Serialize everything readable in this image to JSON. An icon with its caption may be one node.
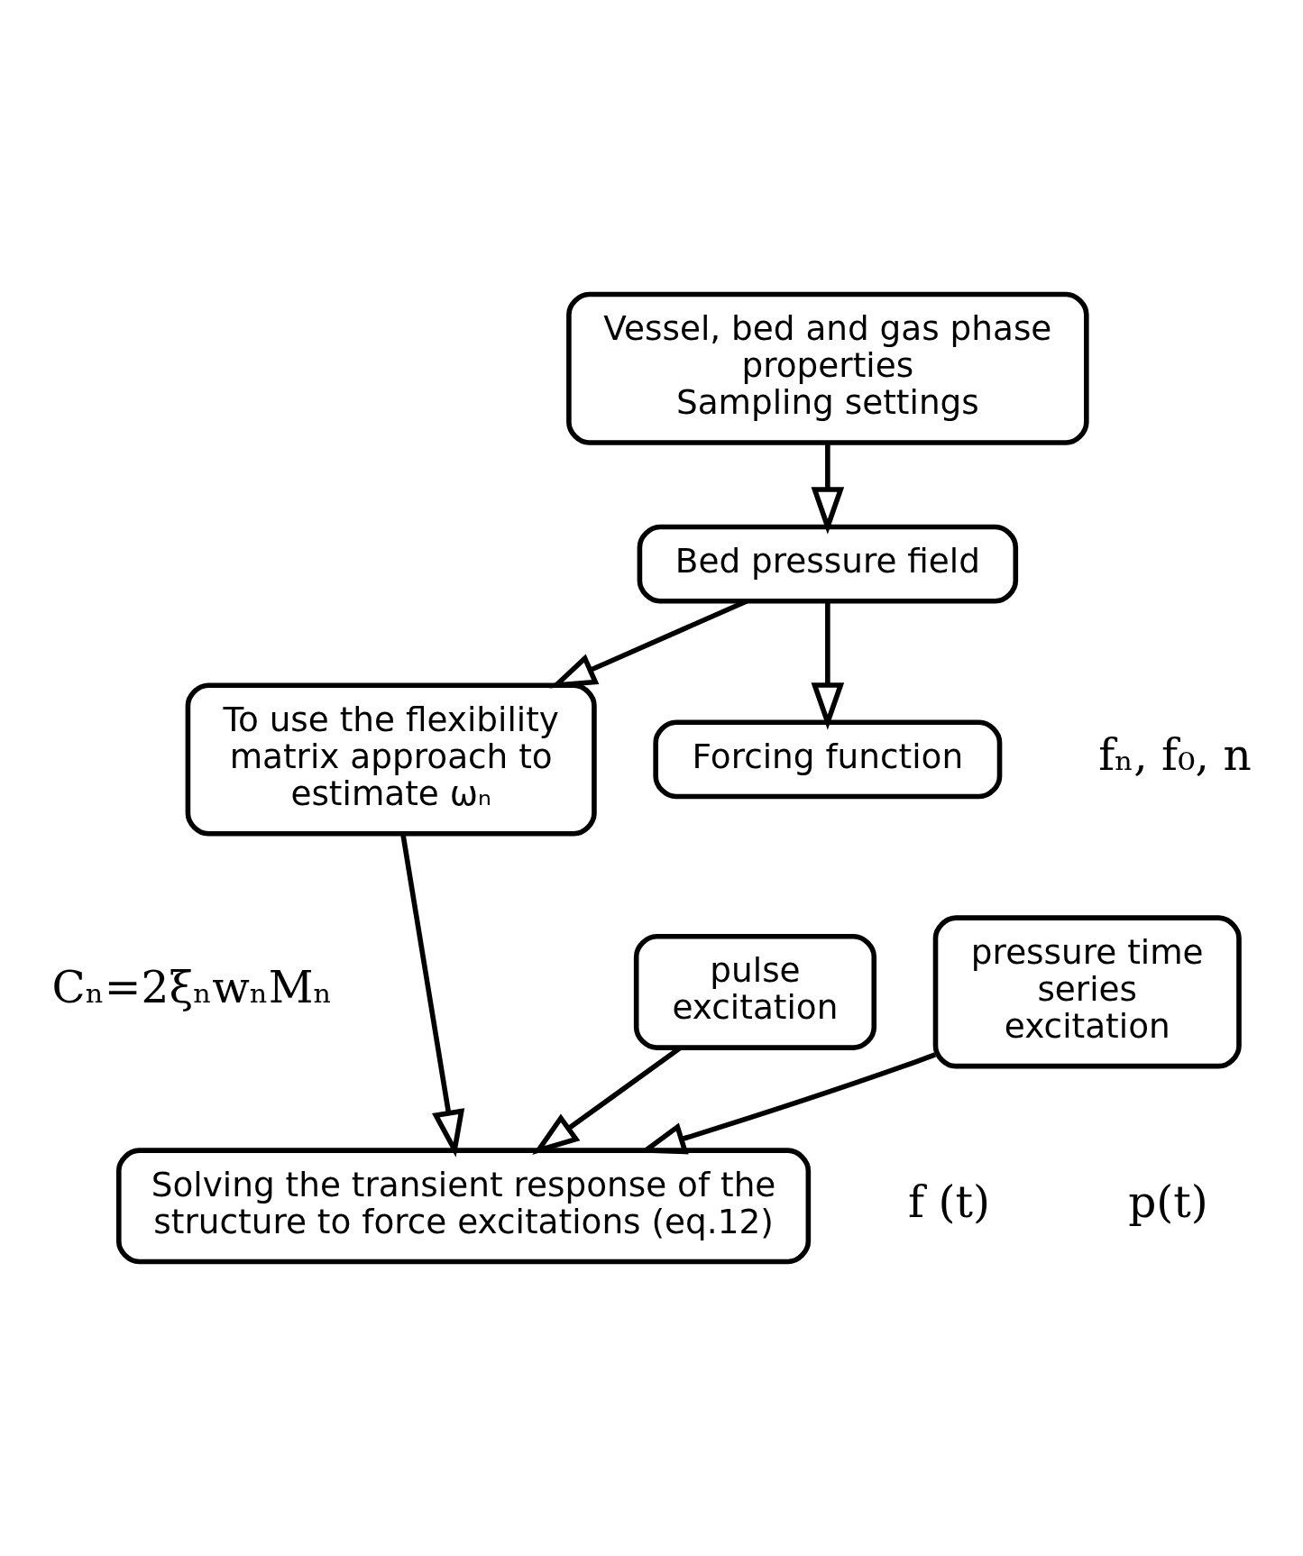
{
  "diagram": {
    "nodes": [
      {
        "text": [
          "Vessel, bed and gas phase properties",
          "Sampling settings"
        ]
      },
      {
        "text": [
          "Bed pressure field"
        ]
      },
      {
        "text": [
          "To use the flexibility matrix approach to estimate ωₙ"
        ],
        "beside": [
          "Cₙ=2ξₙwₙMₙ"
        ]
      },
      {
        "text": [
          "Forcing function"
        ]
      },
      {
        "text": [
          "pulse excitation"
        ],
        "beside": [
          "f (t)"
        ]
      },
      {
        "text": [
          "pressure time series excitation"
        ],
        "beside": [
          "p(t)"
        ]
      },
      {
        "text": [
          "Solving the transient response of the structure to force excitations (eq.12)"
        ]
      }
    ],
    "edges": [
      {
        "from": 0,
        "to": 1,
        "arrow": "to"
      },
      {
        "from": 1,
        "to": 2,
        "arrow": "to"
      },
      {
        "from": 1,
        "to": 3,
        "arrow": "to"
      },
      {
        "from": 2,
        "to": 6,
        "arrow": "to"
      },
      {
        "from": 4,
        "to": 6,
        "arrow": "to"
      },
      {
        "from": 5,
        "to": 6,
        "arrow": "to"
      }
    ],
    "labels": [
      "fₙ, f₀, n"
    ]
  }
}
